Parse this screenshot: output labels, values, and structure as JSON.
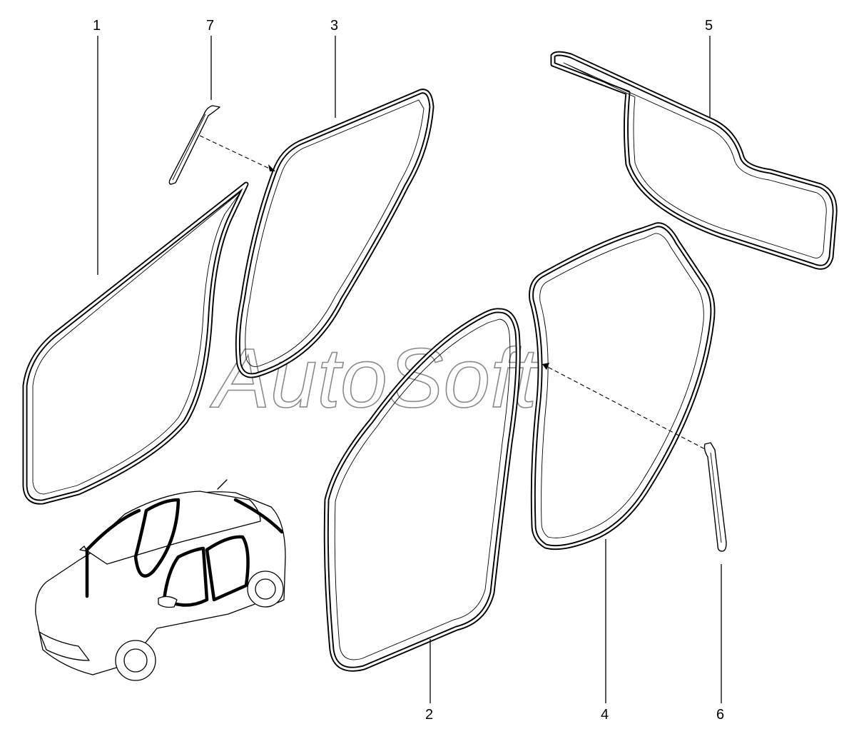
{
  "diagram": {
    "watermark": "AutoSoft",
    "callouts": [
      {
        "id": "1",
        "label": "1"
      },
      {
        "id": "2",
        "label": "2"
      },
      {
        "id": "3",
        "label": "3"
      },
      {
        "id": "4",
        "label": "4"
      },
      {
        "id": "5",
        "label": "5"
      },
      {
        "id": "6",
        "label": "6"
      },
      {
        "id": "7",
        "label": "7"
      }
    ]
  }
}
